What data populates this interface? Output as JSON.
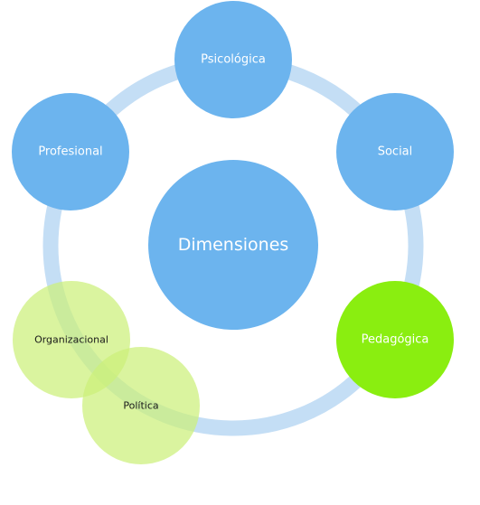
{
  "diagram": {
    "center": {
      "label": "Dimensiones",
      "color": "#6cb4ee"
    },
    "nodes": [
      {
        "label": "Psicológica",
        "color": "#6cb4ee",
        "style": "solid"
      },
      {
        "label": "Social",
        "color": "#6cb4ee",
        "style": "solid"
      },
      {
        "label": "Pedagógica",
        "color": "#8aee10",
        "style": "solid"
      },
      {
        "label": "Política",
        "color": "#ccf07a",
        "style": "translucent"
      },
      {
        "label": "Organizacional",
        "color": "#ccf07a",
        "style": "translucent"
      },
      {
        "label": "Profesional",
        "color": "#6cb4ee",
        "style": "solid"
      }
    ],
    "ring_color": "#c4def5"
  }
}
